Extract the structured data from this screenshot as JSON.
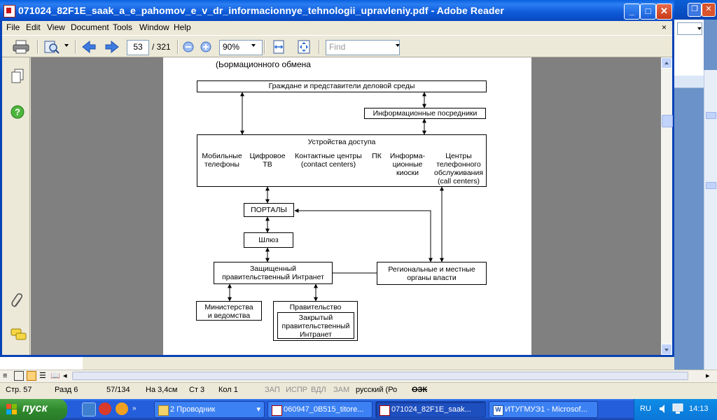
{
  "adobe": {
    "title": "071024_82F1E_saak_a_e_pahomov_e_v_dr_informacionnye_tehnologii_upravleniy.pdf - Adobe Reader",
    "menu": [
      "File",
      "Edit",
      "View",
      "Document",
      "Tools",
      "Window",
      "Help"
    ],
    "doc_close": "×",
    "toolbar": {
      "page_current": "53",
      "page_total": "/ 321",
      "zoom": "90%",
      "find_placeholder": "Find"
    }
  },
  "diagram": {
    "header_fragment": "(Ьормационного обмена",
    "citizens": "Граждане и представители деловой среды",
    "intermediaries": "Информационные посредники",
    "access_devices": {
      "title": "Устройства доступа",
      "items": [
        "Мобильные\nтелефоны",
        "Цифровое\nТВ",
        "Контактные центры\n(contact centers)",
        "ПК",
        "Информа-\nционные\nкиоски",
        "Центры\nтелефонного\nобслуживания\n(call centers)"
      ]
    },
    "portals": "ПОРТАЛЫ",
    "gateway": "Шлюз",
    "secure_intranet": "Защищенный\nправительственный Интранет",
    "regional": "Региональные и местные\nорганы власти",
    "ministries": "Министерства\nи ведомства",
    "government": "Правительство",
    "closed_intranet": "Закрытый\nправительственный\nИнтранет"
  },
  "word_status": {
    "page": "Стр. 57",
    "section": "Разд 6",
    "pages": "57/134",
    "at": "На 3,4см",
    "line": "Ст 3",
    "col": "Кол 1",
    "rec": "ЗАП",
    "trk": "ИСПР",
    "ext": "ВДЛ",
    "ovr": "ЗАМ",
    "lang": "русский (Ро"
  },
  "taskbar": {
    "start": "пуск",
    "tasks": [
      "2 Проводник",
      "060947_0B515_titore...",
      "071024_82F1E_saak...",
      "ИТУГМУЭ1 - Microsof..."
    ],
    "lang": "RU",
    "clock": "14:13"
  },
  "colors": {
    "xp_blue": "#245edb",
    "start_green": "#2f8a2d",
    "doc_gray": "#808080"
  }
}
